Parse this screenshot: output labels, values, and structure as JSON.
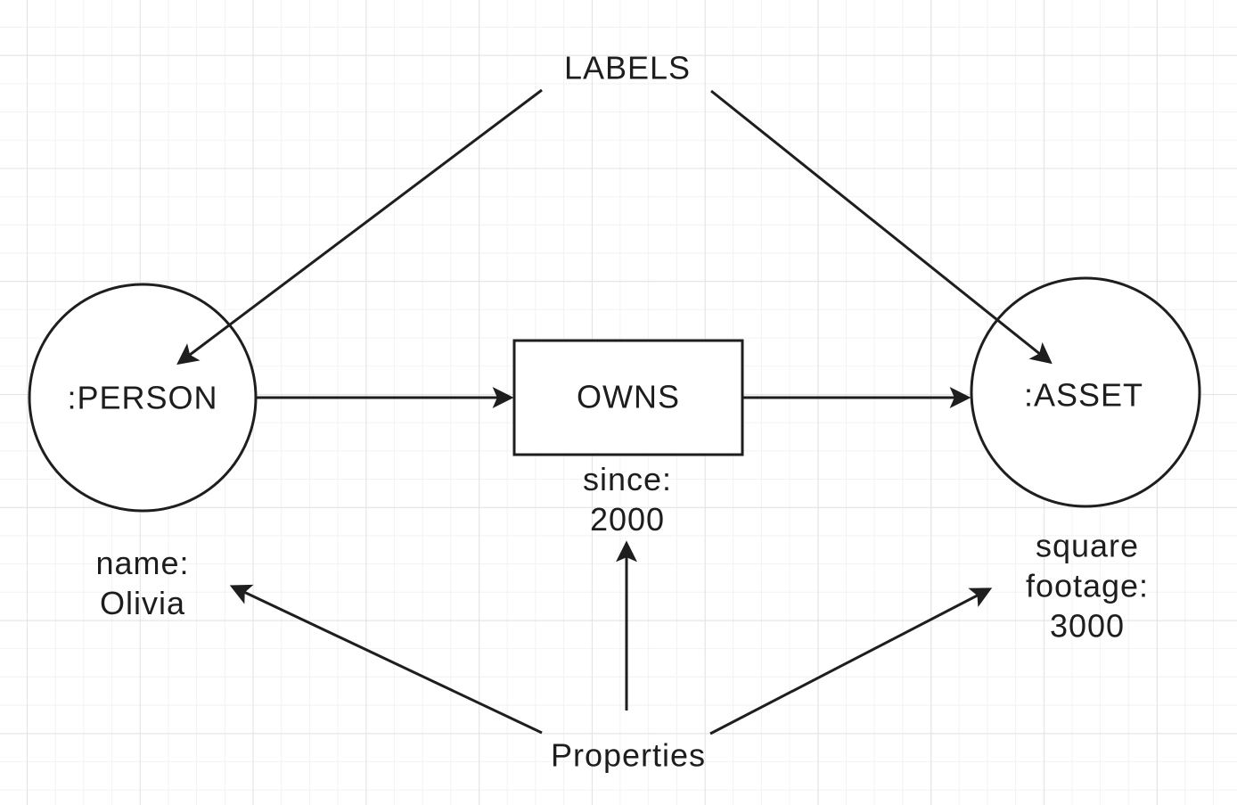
{
  "annotations": {
    "labels": "LABELS",
    "properties": "Properties"
  },
  "nodes": {
    "person": ":PERSON",
    "asset": ":ASSET"
  },
  "relationship": "OWNS",
  "properties": {
    "person": [
      "name:",
      "Olivia"
    ],
    "relationship": [
      "since:",
      "2000"
    ],
    "asset": [
      "square",
      "footage:",
      "3000"
    ]
  },
  "colors": {
    "ink": "#1e1e1e",
    "canvas_background": "#ffffff",
    "grid_minor": "#f2f2f2",
    "grid_major": "#e3e3e3",
    "shape_fill": "#ffffff"
  }
}
